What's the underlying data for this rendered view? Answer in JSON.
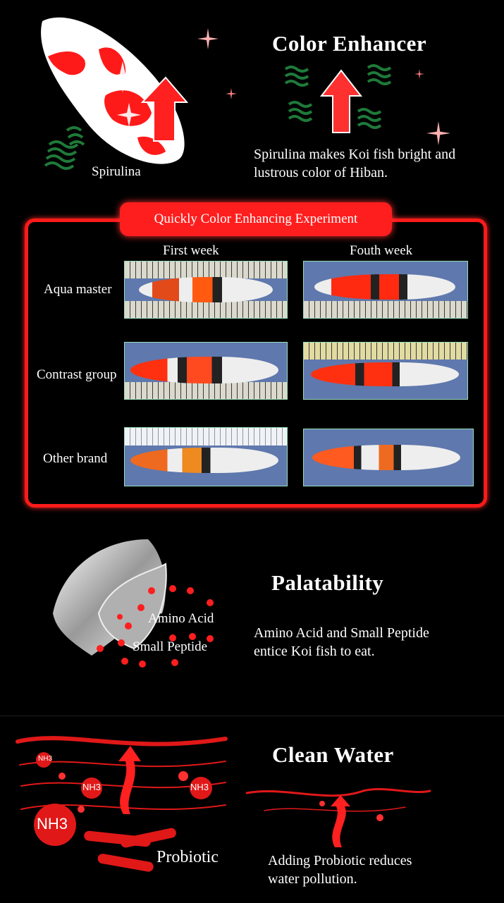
{
  "color_enhancer": {
    "title": "Color Enhancer",
    "ingredient_label": "Spirulina",
    "description_line1": "Spirulina makes Koi fish bright and",
    "description_line2": "lustrous color of Hiban."
  },
  "experiment": {
    "title": "Quickly Color Enhancing Experiment",
    "columns": [
      "First week",
      "Fouth week"
    ],
    "rows": [
      {
        "label": "Aqua master"
      },
      {
        "label": "Contrast group"
      },
      {
        "label": "Other brand"
      }
    ]
  },
  "palatability": {
    "title": "Palatability",
    "label_amino": "Amino Acid",
    "label_peptide": "Small Peptide",
    "description_line1": "Amino Acid and Small Peptide",
    "description_line2": "entice Koi fish to eat."
  },
  "clean_water": {
    "title": "Clean Water",
    "ingredient_label": "Probiotic",
    "nh3_labels": [
      "NH3",
      "NH3",
      "NH3",
      "NH3"
    ],
    "description_line1": "Adding Probiotic reduces",
    "description_line2": "water pollution."
  },
  "colors": {
    "accent": "#ff1e1e",
    "spirulina": "#1f7a3a",
    "background": "#000000"
  }
}
